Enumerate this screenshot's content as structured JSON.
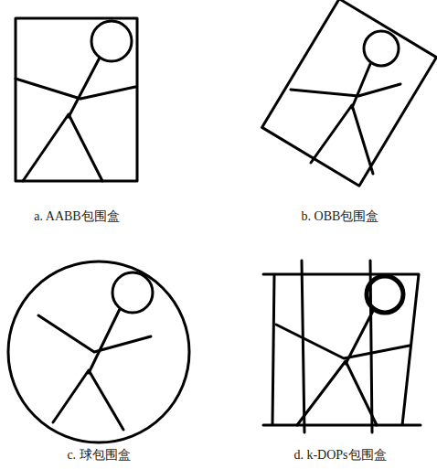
{
  "diagram": {
    "labels": [
      "a. AABB包围盒",
      "b. OBB包围盒",
      "c. 球包围盒",
      "d. k-DOPs包围盒"
    ]
  }
}
